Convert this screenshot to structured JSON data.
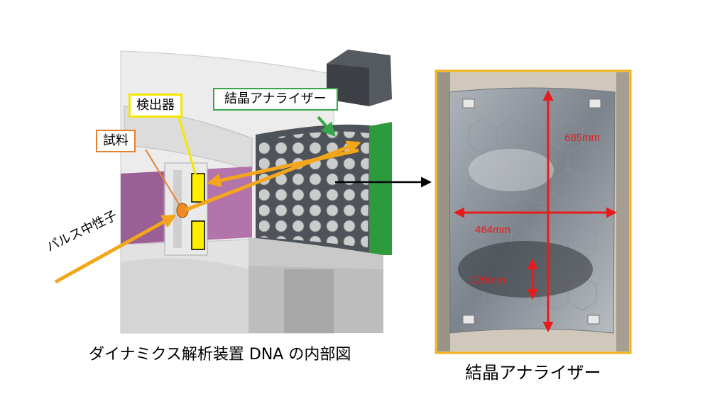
{
  "labels": {
    "detector": "検出器",
    "sample": "試料",
    "analyzer": "結晶アナライザー",
    "pulse_neutron": "パルス中性子"
  },
  "captions": {
    "left": "ダイナミクス解析装置 DNA の内部図",
    "right": "結晶アナライザー"
  },
  "dimensions": {
    "height": "685mm",
    "width": "464mm",
    "crystal": "120mm"
  },
  "colors": {
    "beam": "#f4a61b",
    "detector_box": "#f5e800",
    "sample_box": "#e7802f",
    "analyzer_box": "#36a649",
    "dimension": "#e81b1b",
    "photo_frame": "#f5b21c"
  }
}
